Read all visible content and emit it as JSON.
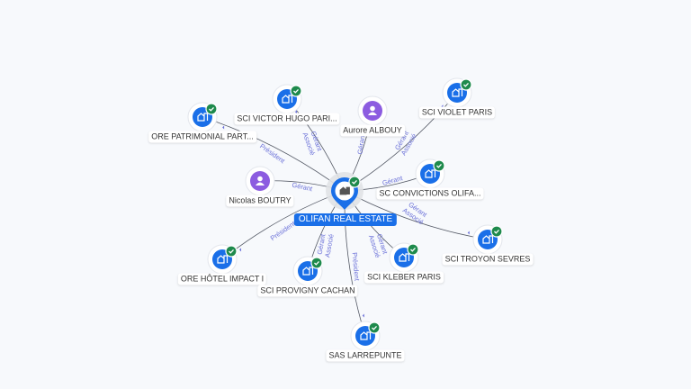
{
  "center": {
    "label": "OLIFAN REAL ESTATE",
    "icon": "building-icon",
    "verified": true
  },
  "colors": {
    "company": "#1a6fe8",
    "person": "#8c5ce0",
    "verified": "#1e8a4c",
    "edge": "#555a66",
    "edge_label": "#6a70d8"
  },
  "nodes": [
    {
      "label": "ORE PATRIMONIAL PART...",
      "kind": "company",
      "relation": [
        "Président"
      ]
    },
    {
      "label": "SCI VICTOR HUGO PARI...",
      "kind": "company",
      "relation": [
        "Gérant",
        "Associé"
      ]
    },
    {
      "label": "Aurore ALBOUY",
      "kind": "person",
      "relation": [
        "Gérant"
      ]
    },
    {
      "label": "SCI VIOLET PARIS",
      "kind": "company",
      "relation": [
        "Gérant",
        "Associé"
      ]
    },
    {
      "label": "Nicolas BOUTRY",
      "kind": "person",
      "relation": [
        "Gérant"
      ]
    },
    {
      "label": "SC CONVICTIONS OLIFA...",
      "kind": "company",
      "relation": [
        "Gérant"
      ]
    },
    {
      "label": "SCI TROYON SEVRES",
      "kind": "company",
      "relation": [
        "Gérant",
        "Associé"
      ]
    },
    {
      "label": "ORE HÔTEL IMPACT I",
      "kind": "company",
      "relation": [
        "Président"
      ]
    },
    {
      "label": "SCI PROVIGNY CACHAN",
      "kind": "company",
      "relation": [
        "Gérant",
        "Associé"
      ]
    },
    {
      "label": "SCI KLEBER PARIS",
      "kind": "company",
      "relation": [
        "Gérant",
        "Associé"
      ]
    },
    {
      "label": "SAS LARREPUNTE",
      "kind": "company",
      "relation": [
        "Président"
      ]
    }
  ]
}
